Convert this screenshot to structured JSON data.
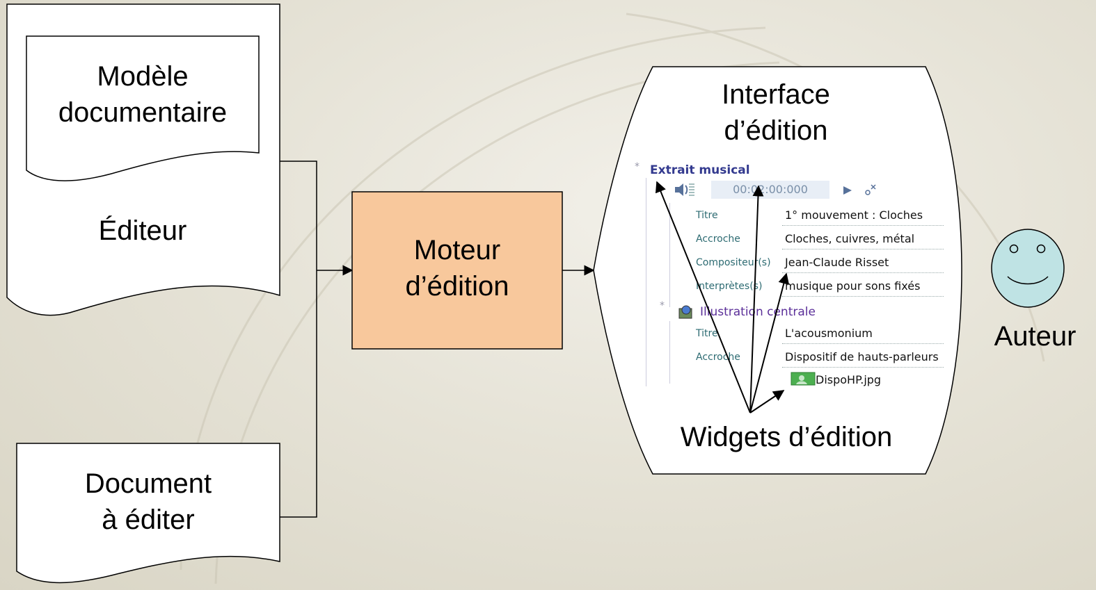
{
  "diagram": {
    "modele": "Modèle\ndocumentaire",
    "editeur": "Éditeur",
    "document": "Document\nà éditer",
    "moteur": "Moteur\nd’édition",
    "interface": "Interface\nd’édition",
    "widgets": "Widgets d’édition",
    "auteur": "Auteur"
  },
  "colors": {
    "moteur_fill": "#f8c89c",
    "panel_section_title": "#333a8f",
    "panel_field_label": "#2d6b72"
  },
  "panel": {
    "section1_title": "Extrait musical",
    "time": "00:02:00:000",
    "fields1": [
      {
        "label": "Titre",
        "value": "1° mouvement : Cloches"
      },
      {
        "label": "Accroche",
        "value": "Cloches, cuivres, métal"
      },
      {
        "label": "Compositeur(s)",
        "value": "Jean-Claude Risset"
      },
      {
        "label": "Interprètes(s)",
        "value": "musique pour sons fixés"
      }
    ],
    "section2_title": "Illustration centrale",
    "fields2": [
      {
        "label": "Titre",
        "value": "L'acousmonium"
      },
      {
        "label": "Accroche",
        "value": "Dispositif de hauts-parleurs"
      }
    ],
    "image_file": "DispoHP.jpg",
    "icons": [
      "speaker-icon",
      "play-icon",
      "settings-icon",
      "image-file-icon",
      "illustration-icon"
    ]
  }
}
